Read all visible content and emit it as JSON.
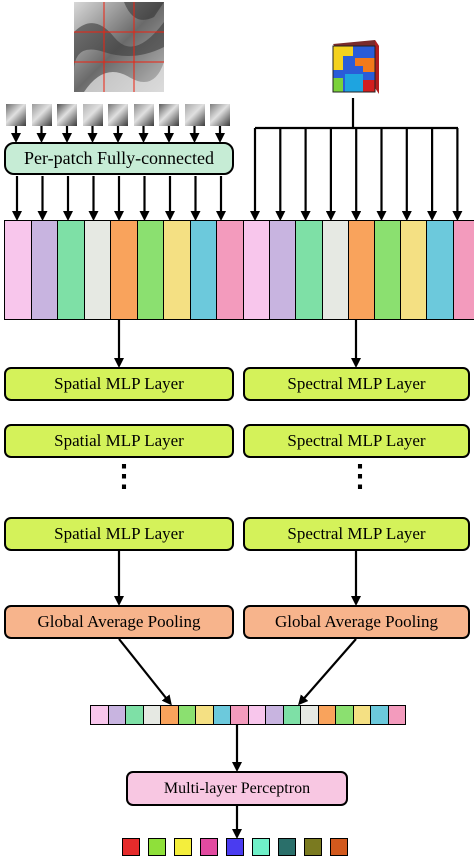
{
  "per_patch_label": "Per-patch Fully-connected",
  "spatial": {
    "layers": [
      "Spatial MLP Layer",
      "Spatial MLP Layer",
      "Spatial MLP Layer"
    ],
    "pooling": "Global Average Pooling"
  },
  "spectral": {
    "layers": [
      "Spectral MLP Layer",
      "Spectral MLP Layer",
      "Spectral MLP Layer"
    ],
    "pooling": "Global Average Pooling"
  },
  "ellipsis": "⋮",
  "head": "Multi-layer Perceptron",
  "colors": {
    "token_strip": [
      "#f8c6ec",
      "#c8b4e0",
      "#7ee0a6",
      "#e6e9e3",
      "#f9a35c",
      "#8be070",
      "#f4e083",
      "#6cc9dc",
      "#f39bbd"
    ],
    "concat_strip": [
      "#f8c6ec",
      "#c8b4e0",
      "#7ee0a6",
      "#e6e9e3",
      "#f9a35c",
      "#8be070",
      "#f4e083",
      "#6cc9dc",
      "#f39bbd",
      "#f8c6ec",
      "#c8b4e0",
      "#7ee0a6",
      "#e6e9e3",
      "#f9a35c",
      "#8be070",
      "#f4e083",
      "#6cc9dc",
      "#f39bbd"
    ],
    "output_strip": [
      "#e52b2b",
      "#8fe03a",
      "#f4ee3c",
      "#e24aa0",
      "#4a3cf0",
      "#6ff0c8",
      "#2a6f6a",
      "#7a7a20",
      "#d2591d"
    ]
  }
}
